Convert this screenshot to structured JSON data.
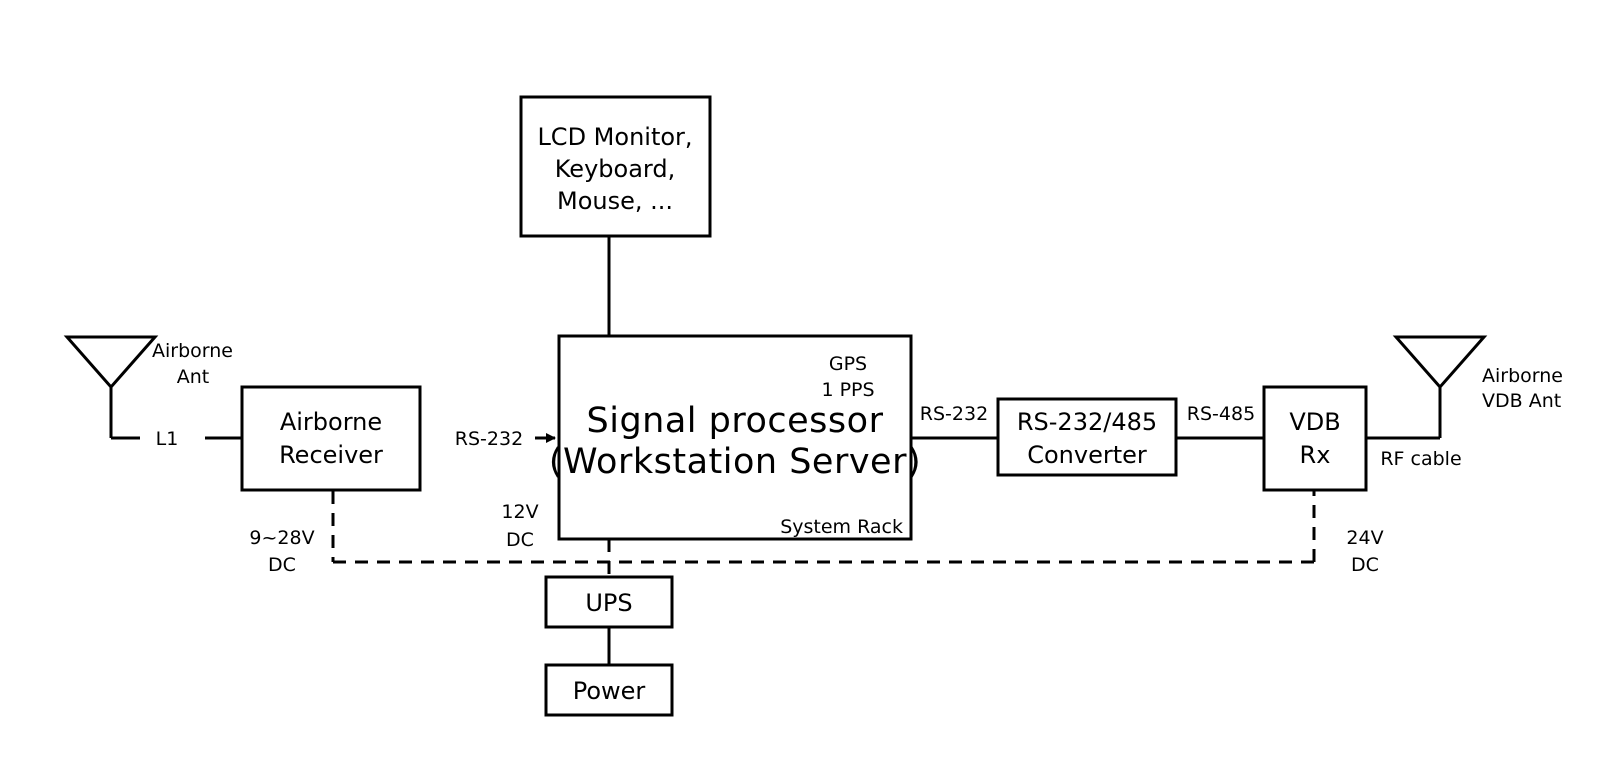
{
  "nodes": {
    "lcd": {
      "lines": [
        "LCD Monitor,",
        "Keyboard,",
        "Mouse, ..."
      ]
    },
    "signal_processor": {
      "lines": [
        "Signal processor",
        "(Workstation Server)"
      ],
      "gps_lines": [
        "GPS",
        "1 PPS"
      ],
      "rack_label": "System Rack"
    },
    "airborne_receiver": {
      "lines": [
        "Airborne",
        "Receiver"
      ]
    },
    "converter": {
      "lines": [
        "RS-232/485",
        "Converter"
      ]
    },
    "vdb_rx": {
      "lines": [
        "VDB",
        "Rx"
      ]
    },
    "ups": {
      "label": "UPS"
    },
    "power": {
      "label": "Power"
    }
  },
  "antennas": {
    "left": {
      "lines": [
        "Airborne",
        "Ant"
      ]
    },
    "right": {
      "lines": [
        "Airborne",
        "VDB Ant"
      ]
    }
  },
  "edge_labels": {
    "l1": "L1",
    "rs232_left": "RS-232",
    "rs232_right": "RS-232",
    "rs485": "RS-485",
    "rf_cable": "RF cable"
  },
  "power_labels": {
    "receiver_dc": [
      "9~28V",
      "DC"
    ],
    "server_dc": [
      "12V",
      "DC"
    ],
    "vdb_dc": [
      "24V",
      "DC"
    ]
  }
}
